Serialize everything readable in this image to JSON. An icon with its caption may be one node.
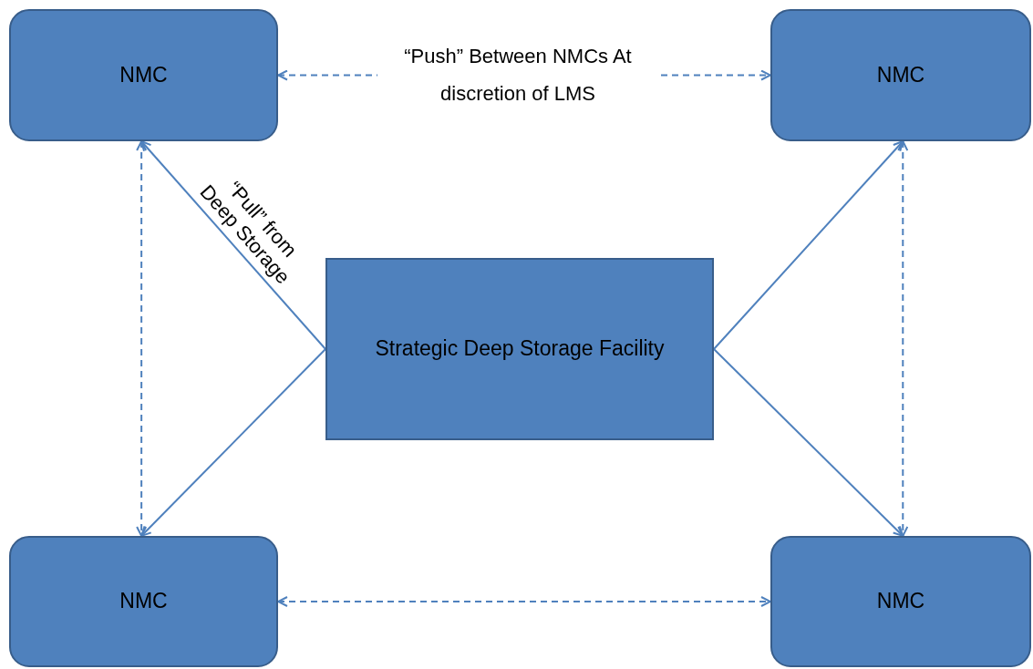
{
  "diagram": {
    "nodes": [
      {
        "text": [
          "NMC"
        ]
      },
      {
        "text": [
          "NMC"
        ]
      },
      {
        "text": [
          "Strategic Deep Storage Facility"
        ]
      },
      {
        "text": [
          "NMC"
        ]
      },
      {
        "text": [
          "NMC"
        ]
      }
    ],
    "edges": [
      {
        "from": 0,
        "to": 1,
        "arrow": "both",
        "style": "dashed",
        "label": "“Push” Between NMCs At discretion of LMS"
      },
      {
        "from": 2,
        "to": 0,
        "arrow": "to",
        "label": "“Pull” from Deep Storage"
      },
      {
        "from": 0,
        "to": 3,
        "arrow": "both",
        "style": "dashed"
      },
      {
        "from": 2,
        "to": 1,
        "arrow": "to"
      },
      {
        "from": 2,
        "to": 3,
        "arrow": "to"
      },
      {
        "from": 2,
        "to": 4,
        "arrow": "to"
      },
      {
        "from": 1,
        "to": 4,
        "arrow": "both",
        "style": "dashed"
      },
      {
        "from": 3,
        "to": 4,
        "arrow": "both",
        "style": "dashed"
      }
    ]
  }
}
